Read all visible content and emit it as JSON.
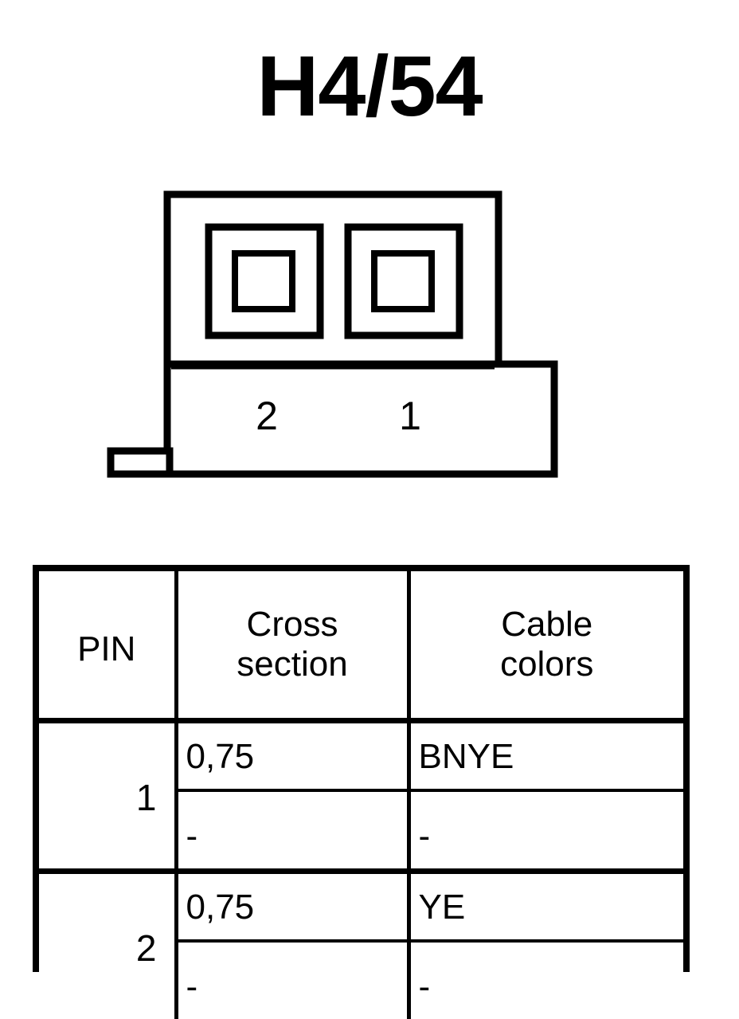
{
  "title": "H4/54",
  "connector": {
    "name": "2-way connector front view",
    "cavity_count": 2,
    "pin_labels": [
      "2",
      "1"
    ],
    "latch_tab": "bottom-left-latch"
  },
  "table": {
    "headers": [
      "PIN",
      "Cross section",
      "Cable colors"
    ],
    "header_lines": {
      "pin": "PIN",
      "cross_line1": "Cross",
      "cross_line2": "section",
      "colors_line1": "Cable",
      "colors_line2": "colors"
    },
    "rows": [
      {
        "pin": "1",
        "entries": [
          {
            "cross_section": "0,75",
            "cable_color": "BNYE"
          },
          {
            "cross_section": "-",
            "cable_color": "-"
          }
        ]
      },
      {
        "pin": "2",
        "entries": [
          {
            "cross_section": "0,75",
            "cable_color": "YE"
          },
          {
            "cross_section": "-",
            "cable_color": "-"
          }
        ]
      }
    ]
  },
  "colors": {
    "ink": "#000000",
    "background": "#ffffff"
  }
}
